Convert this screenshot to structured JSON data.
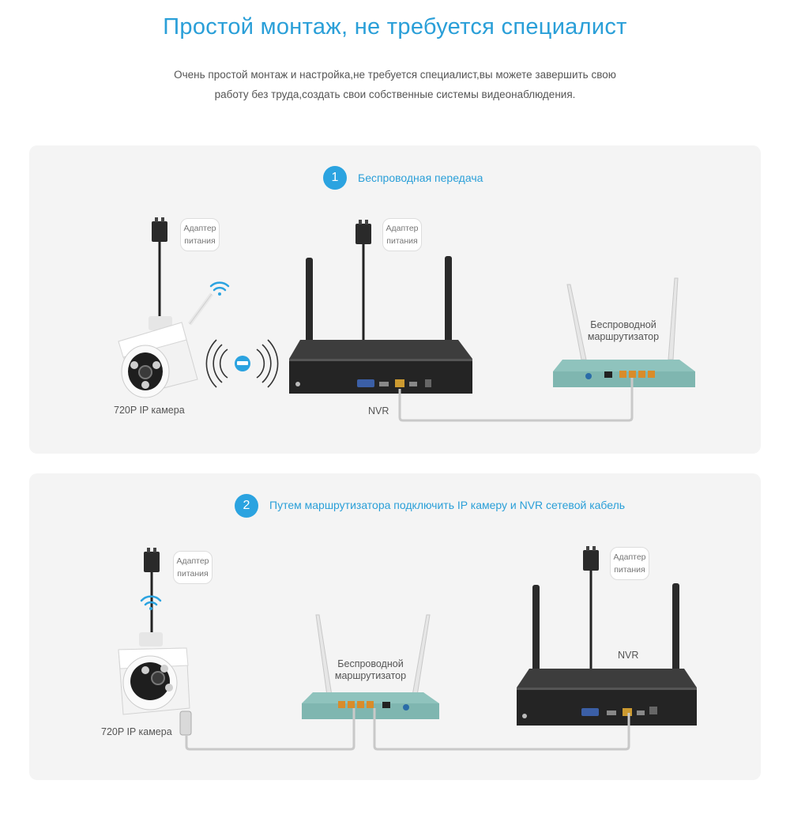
{
  "header": {
    "title": "Простой монтаж, не требуется специалист",
    "subtitle_line1": "Очень простой монтаж и настройка,не требуется специалист,вы можете завершить свою",
    "subtitle_line2": "работу без труда,создать свои собственные системы видеонаблюдения."
  },
  "step1": {
    "number": "1",
    "label": "Беспроводная передача",
    "adapter_line1": "Адаптер",
    "adapter_line2": "питания",
    "camera_label": "720P IP камера",
    "nvr_label": "NVR",
    "router_line1": "Беспроводной",
    "router_line2": "маршрутизатор"
  },
  "step2": {
    "number": "2",
    "label": "Путем маршрутизатора подключить IP камеру и NVR сетевой кабель",
    "adapter_line1": "Адаптер",
    "adapter_line2": "питания",
    "camera_label": "720P IP камера",
    "nvr_label": "NVR",
    "router_line1": "Беспроводной",
    "router_line2": "маршрутизатор"
  },
  "colors": {
    "accent": "#2ba3e0",
    "panel_bg": "#f4f4f4",
    "router_body": "#8fc3bd",
    "nvr_body": "#2b2b2b"
  }
}
